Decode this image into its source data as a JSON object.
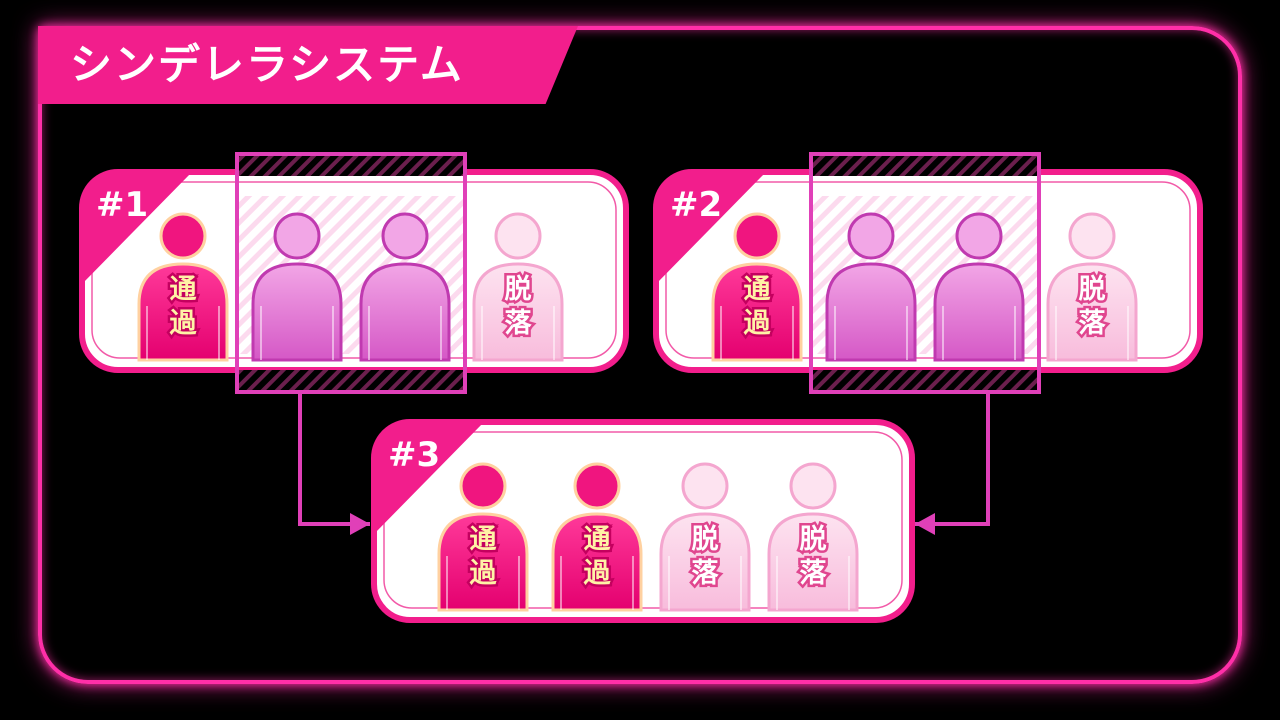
{
  "title": "シンデレラシステム",
  "colors": {
    "accent": "#ff2fa8",
    "pass": "#f0157f",
    "middle": "#e070d0",
    "drop": "#fcd3e8",
    "background": "#000000"
  },
  "groups": [
    {
      "label": "#1",
      "members": [
        {
          "status": "pass",
          "label": [
            "通",
            "過"
          ]
        },
        {
          "status": "middle",
          "label": []
        },
        {
          "status": "middle",
          "label": []
        },
        {
          "status": "drop",
          "label": [
            "脱",
            "落"
          ]
        }
      ]
    },
    {
      "label": "#2",
      "members": [
        {
          "status": "pass",
          "label": [
            "通",
            "過"
          ]
        },
        {
          "status": "middle",
          "label": []
        },
        {
          "status": "middle",
          "label": []
        },
        {
          "status": "drop",
          "label": [
            "脱",
            "落"
          ]
        }
      ]
    },
    {
      "label": "#3",
      "members": [
        {
          "status": "pass",
          "label": [
            "通",
            "過"
          ]
        },
        {
          "status": "pass",
          "label": [
            "通",
            "過"
          ]
        },
        {
          "status": "drop",
          "label": [
            "脱",
            "落"
          ]
        },
        {
          "status": "drop",
          "label": [
            "脱",
            "落"
          ]
        }
      ]
    }
  ],
  "flows": [
    {
      "from": "#1",
      "to": "#3",
      "selection": "middle"
    },
    {
      "from": "#2",
      "to": "#3",
      "selection": "middle"
    }
  ]
}
